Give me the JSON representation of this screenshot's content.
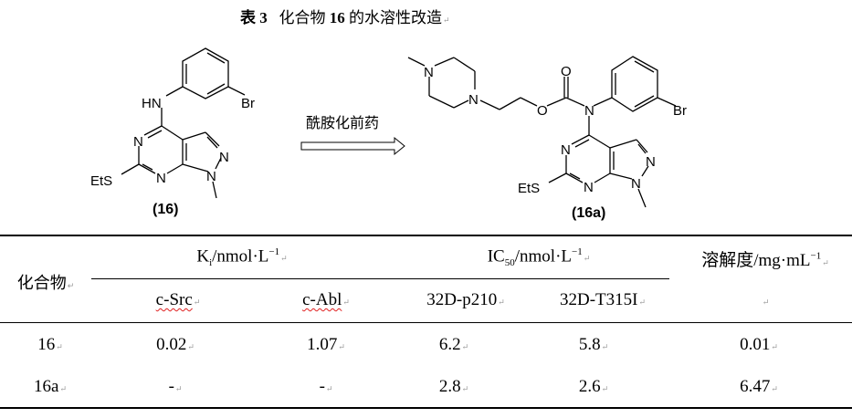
{
  "caption": {
    "label": "表 3",
    "text_a": "化合物",
    "compound": "16",
    "text_b": "的水溶性改造"
  },
  "scheme": {
    "arrow_label": "酰胺化前药",
    "compound_16": {
      "label": "(16)",
      "atoms": {
        "hn": "HN",
        "br": "Br",
        "n5": "N",
        "n7": "N",
        "n2": "N",
        "n1": "N",
        "ets": "EtS"
      }
    },
    "compound_16a": {
      "label": "(16a)",
      "atoms": {
        "n_pip4": "N",
        "n_pip1": "N",
        "o_ester": "O",
        "o_carbonyl": "O",
        "n_amide": "N",
        "br": "Br",
        "n5": "N",
        "n7": "N",
        "n2": "N",
        "n1": "N",
        "ets": "EtS"
      }
    }
  },
  "table": {
    "row_header": "化合物",
    "groups": [
      {
        "label": "K",
        "sub": "i",
        "unit": "/nmol·L",
        "sup": "−1"
      },
      {
        "label": "IC",
        "sub": "50",
        "unit": "/nmol·L",
        "sup": "−1"
      },
      {
        "label": "溶解度/mg·mL",
        "sup": "−1"
      }
    ],
    "columns": [
      "c-Src",
      "c-Abl",
      "32D-p210",
      "32D-T315I"
    ],
    "rows": [
      {
        "compound": "16",
        "values": [
          "0.02",
          "1.07",
          "6.2",
          "5.8",
          "0.01"
        ]
      },
      {
        "compound": "16a",
        "values": [
          "-",
          "-",
          "2.8",
          "2.6",
          "6.47"
        ]
      }
    ]
  }
}
